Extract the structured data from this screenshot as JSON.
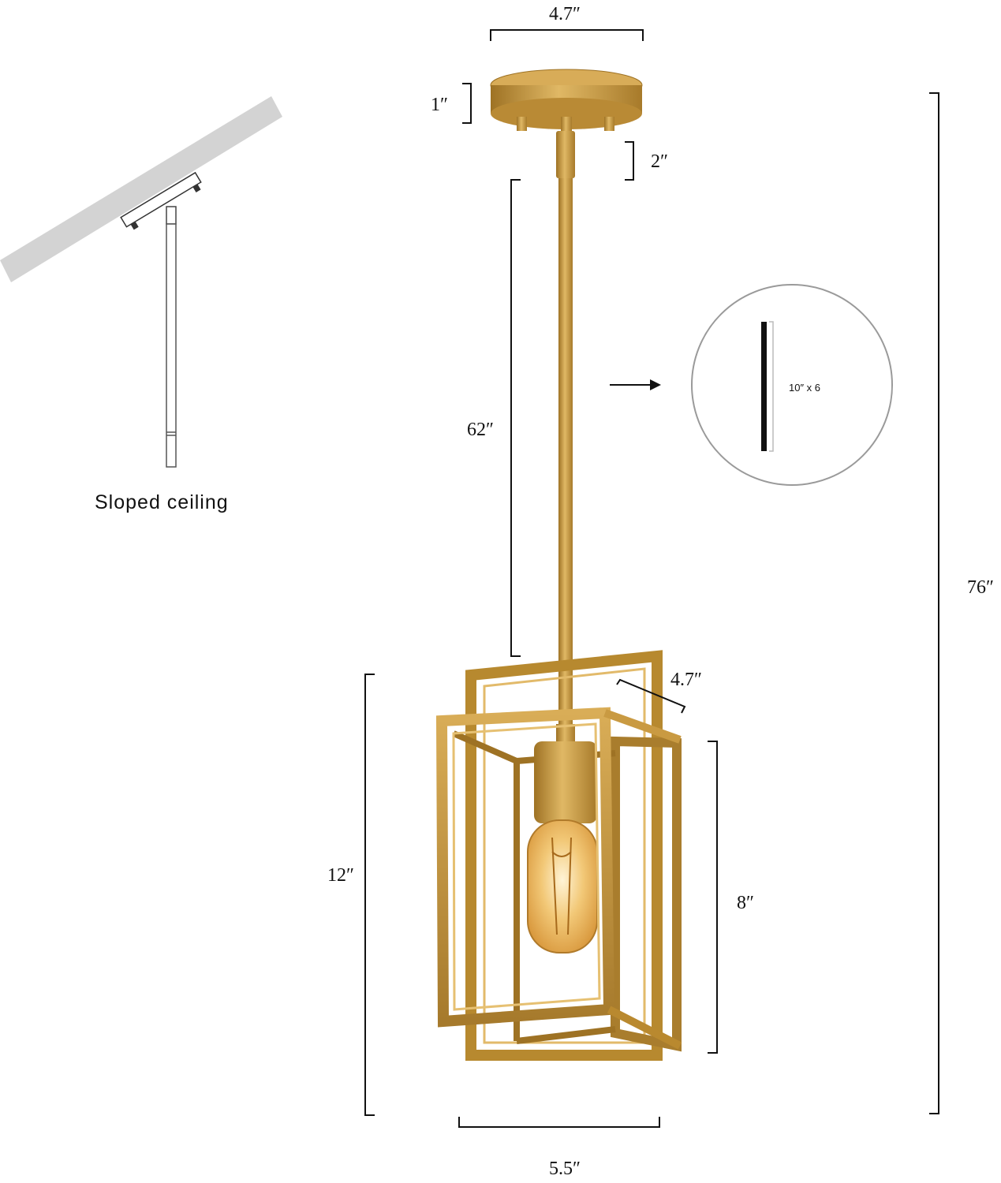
{
  "dimensions": {
    "canopy_width": "4.7″",
    "canopy_height": "1″",
    "stem_top": "2″",
    "rod_length": "62″",
    "overall_height": "76″",
    "frame_depth": "4.7″",
    "outer_height": "12″",
    "inner_height": "8″",
    "base_width": "5.5″"
  },
  "sloped_ceiling": {
    "caption": "Sloped ceiling"
  },
  "rod_detail": {
    "label": "10″ x 6"
  },
  "colors": {
    "gold": "#c6973f",
    "gold_dark": "#9e7224",
    "gold_light": "#e0b865",
    "line": "#111111",
    "ceiling_gray": "#d3d3d3",
    "bulb_glow": "#f2c877"
  },
  "icons": [
    "arrow-right-icon",
    "light-bulb-icon"
  ]
}
